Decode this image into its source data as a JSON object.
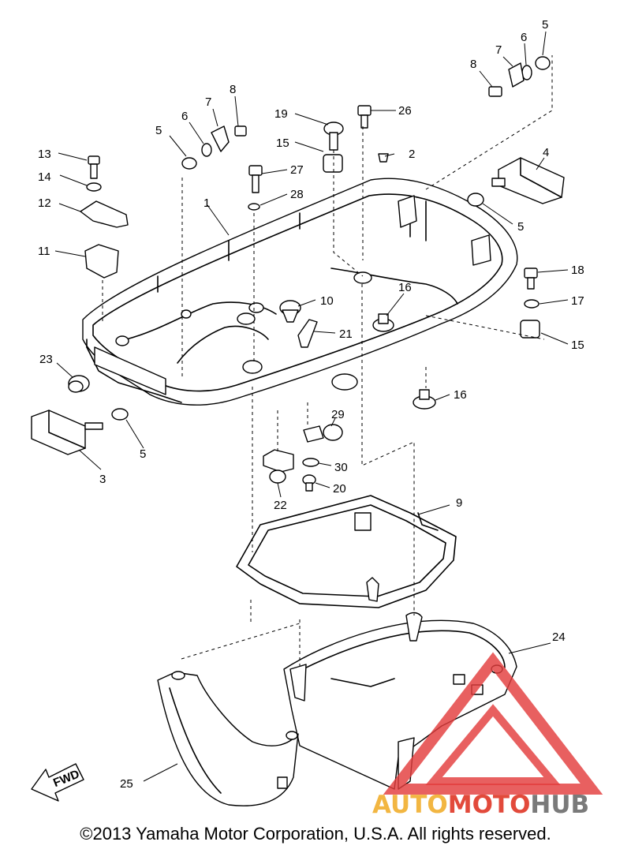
{
  "callouts": [
    "1",
    "2",
    "3",
    "4",
    "5",
    "6",
    "7",
    "8",
    "9",
    "10",
    "11",
    "12",
    "13",
    "14",
    "15",
    "16",
    "17",
    "18",
    "19",
    "20",
    "21",
    "22",
    "23",
    "24",
    "25",
    "26",
    "27",
    "28",
    "29",
    "30"
  ],
  "fwd_label": "FWD",
  "copyright": "©2013 Yamaha Motor Corporation, U.S.A. All rights reserved.",
  "watermark": {
    "part1": "AUTO",
    "part2": "MOTO",
    "part3": "HUB",
    "color1": "#f2b642",
    "color2": "#e24a3b",
    "color3": "#7a7a7a"
  }
}
